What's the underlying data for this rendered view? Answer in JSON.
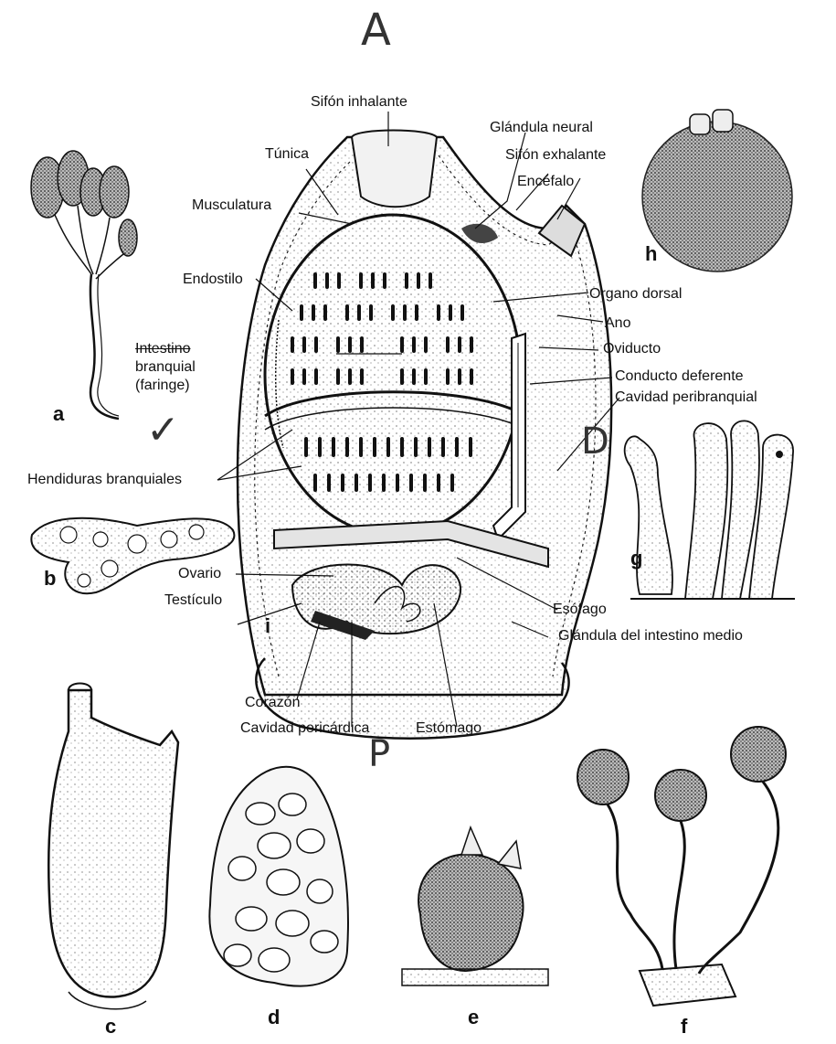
{
  "handwritten": {
    "top": "A",
    "middle": "P",
    "right": "D",
    "check": "✓"
  },
  "labels": {
    "sifon_inhalante": "Sifón inhalante",
    "glandula_neural": "Glándula neural",
    "sifon_exhalante": "Sifón exhalante",
    "tunica": "Túnica",
    "encefalo": "Encéfalo",
    "musculatura": "Musculatura",
    "endostilo": "Endostilo",
    "organo_dorsal": "Organo dorsal",
    "ano": "Ano",
    "intestino_crossed": "Intestino",
    "branquial": "branquial",
    "faringe": "(faringe)",
    "oviducto": "Oviducto",
    "conducto_deferente": "Conducto deferente",
    "cavidad_peribranquial": "Cavidad peribranquial",
    "hendiduras": "Hendiduras branquiales",
    "ovario": "Ovario",
    "testiculo": "Testículo",
    "esofago": "Esófago",
    "glandula_intestino": "Glándula del intestino medio",
    "corazon": "Corazón",
    "cavidad_pericardica": "Cavidad pericárdica",
    "estomago": "Estómago"
  },
  "panel_letters": {
    "a": "a",
    "b": "b",
    "c": "c",
    "d": "d",
    "e": "e",
    "f": "f",
    "g": "g",
    "h": "h",
    "i": "i"
  }
}
